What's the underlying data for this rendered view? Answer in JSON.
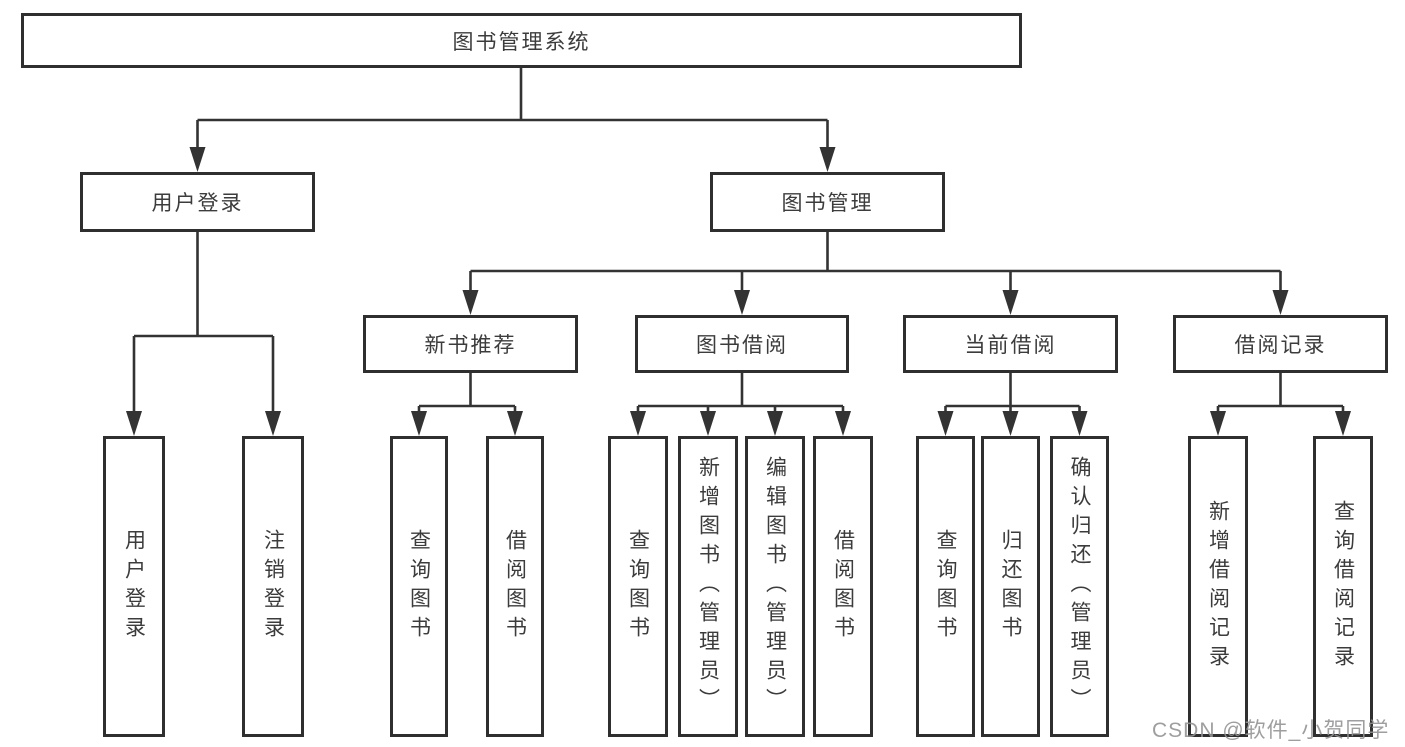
{
  "diagram": {
    "title": "图书管理系统",
    "watermark": "CSDN @软件_小贺同学",
    "colors": {
      "line": "#333333",
      "box_border": "#2f2f2f",
      "box_background": "#ffffff",
      "text": "#3c3c3c",
      "watermark": "#949496"
    },
    "nodes": {
      "root": "图书管理系统",
      "user_login": "用户登录",
      "book_mgmt": "图书管理",
      "new_book_rec": "新书推荐",
      "book_borrow": "图书借阅",
      "current_borrow": "当前借阅",
      "borrow_record": "借阅记录",
      "leaf_user_login": "用户登录",
      "leaf_logout": "注销登录",
      "leaf_query_book_rec": "查询图书",
      "leaf_borrow_book_rec": "借阅图书",
      "leaf_query_book_borrow": "查询图书",
      "leaf_add_book": "新增图书（管理员）",
      "leaf_edit_book": "编辑图书（管理员）",
      "leaf_borrow_book_borrow": "借阅图书",
      "leaf_query_book_current": "查询图书",
      "leaf_return_book": "归还图书",
      "leaf_confirm_return": "确认归还（管理员）",
      "leaf_add_record": "新增借阅记录",
      "leaf_query_record": "查询借阅记录"
    },
    "hierarchy": {
      "图书管理系统": {
        "用户登录": [
          "用户登录",
          "注销登录"
        ],
        "图书管理": {
          "新书推荐": [
            "查询图书",
            "借阅图书"
          ],
          "图书借阅": [
            "查询图书",
            "新增图书（管理员）",
            "编辑图书（管理员）",
            "借阅图书"
          ],
          "当前借阅": [
            "查询图书",
            "归还图书",
            "确认归还（管理员）"
          ],
          "借阅记录": [
            "新增借阅记录",
            "查询借阅记录"
          ]
        }
      }
    }
  }
}
